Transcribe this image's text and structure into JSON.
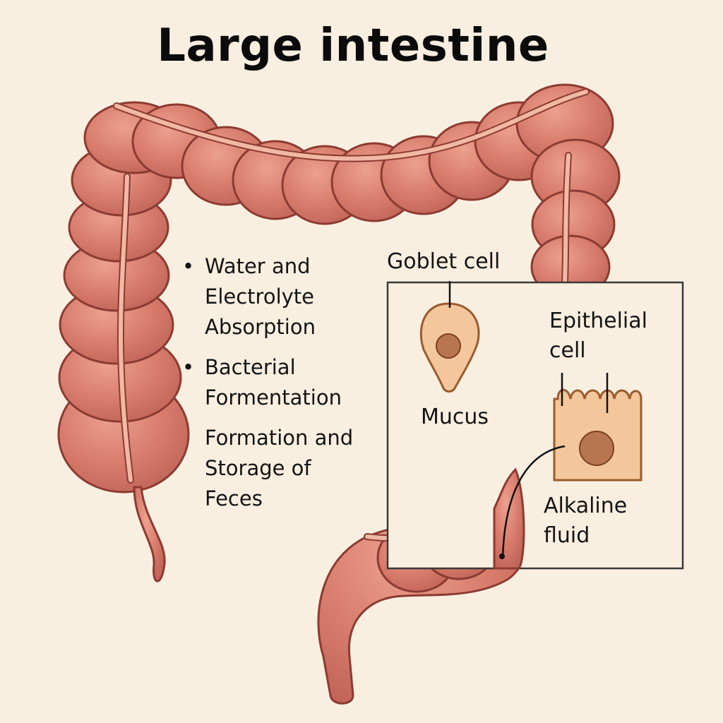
{
  "title": "Large intestine",
  "functions": [
    {
      "text": "Water and Electrolyte Absorption",
      "bullet": "•"
    },
    {
      "text": "Bacterial Formentation",
      "bullet": "•"
    },
    {
      "text": "Formation and Storage of Feces",
      "bullet": ""
    }
  ],
  "labels": {
    "goblet_cell": "Goblet cell",
    "mucus": "Mucus",
    "epithelial_cell": "Epithelial cell",
    "alkaline_fluid": "Alkaline fluid"
  },
  "colors": {
    "background": "#f9efe0",
    "colon_fill": "#d77b6c",
    "colon_outline": "#8c3b31",
    "taenia_band": "#f0b9a4",
    "cell_fill": "#f3c79b",
    "nucleus": "#b77550"
  }
}
